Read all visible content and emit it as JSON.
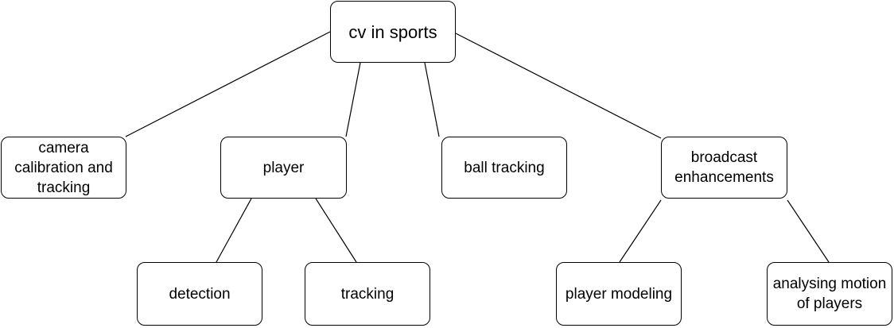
{
  "diagram": {
    "nodes": {
      "root": "cv in sports",
      "camera": "camera calibration and tracking",
      "player": "player",
      "ball": "ball tracking",
      "broadcast": "broadcast enhancements",
      "detection": "detection",
      "tracking": "tracking",
      "player_modeling": "player modeling",
      "analysing_motion": "analysing motion of players"
    },
    "edges": [
      [
        "cv in sports",
        "camera calibration and tracking"
      ],
      [
        "cv in sports",
        "player"
      ],
      [
        "cv in sports",
        "ball tracking"
      ],
      [
        "cv in sports",
        "broadcast enhancements"
      ],
      [
        "player",
        "detection"
      ],
      [
        "player",
        "tracking"
      ],
      [
        "broadcast enhancements",
        "player modeling"
      ],
      [
        "broadcast enhancements",
        "analysing motion of players"
      ]
    ],
    "colors": {
      "line": "#000000",
      "node_border": "#000000",
      "node_fill": "#ffffff",
      "text": "#000000"
    }
  }
}
